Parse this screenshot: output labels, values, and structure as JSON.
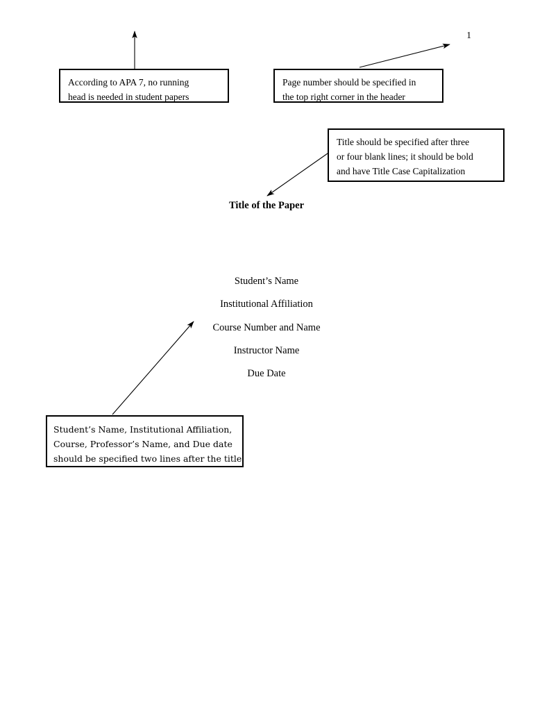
{
  "document": {
    "page_number": "1",
    "title": "Title of the Paper",
    "author_block": [
      "Student’s Name",
      "Institutional Affiliation",
      "Course Number and Name",
      "Instructor Name",
      "Due Date"
    ]
  },
  "annotations": {
    "running_head": {
      "lines": [
        "According to APA 7, no running",
        "head is needed in student papers"
      ]
    },
    "page_number": {
      "lines": [
        "Page number should be specified in",
        "the top right corner in the header"
      ]
    },
    "title_rules": {
      "lines": [
        "Title should be specified after three",
        "or four blank lines; it should be bold",
        "and have Title Case Capitalization"
      ]
    },
    "author_rules": {
      "lines": [
        "Student’s Name, Institutional Affiliation,",
        "Course, Professor’s Name, and Due date",
        "should be specified two lines after the title"
      ]
    }
  },
  "colors": {
    "ink": "#000000",
    "page_background": "#ffffff",
    "callout_border": "#000000"
  }
}
